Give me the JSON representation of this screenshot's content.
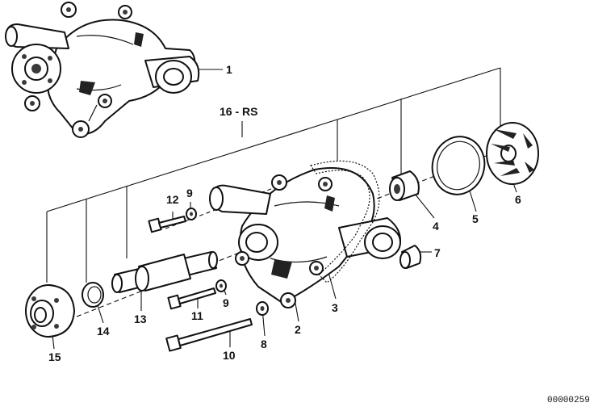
{
  "diagram": {
    "callouts": [
      {
        "id": "1",
        "text": "1"
      },
      {
        "id": "16",
        "text": "16 - RS"
      },
      {
        "id": "12",
        "text": "12"
      },
      {
        "id": "9a",
        "text": "9"
      },
      {
        "id": "4",
        "text": "4"
      },
      {
        "id": "5",
        "text": "5"
      },
      {
        "id": "6",
        "text": "6"
      },
      {
        "id": "7",
        "text": "7"
      },
      {
        "id": "3",
        "text": "3"
      },
      {
        "id": "2",
        "text": "2"
      },
      {
        "id": "8",
        "text": "8"
      },
      {
        "id": "10",
        "text": "10"
      },
      {
        "id": "11",
        "text": "11"
      },
      {
        "id": "9b",
        "text": "9"
      },
      {
        "id": "13",
        "text": "13"
      },
      {
        "id": "14",
        "text": "14"
      },
      {
        "id": "15",
        "text": "15"
      }
    ],
    "image_code": "00000259"
  }
}
